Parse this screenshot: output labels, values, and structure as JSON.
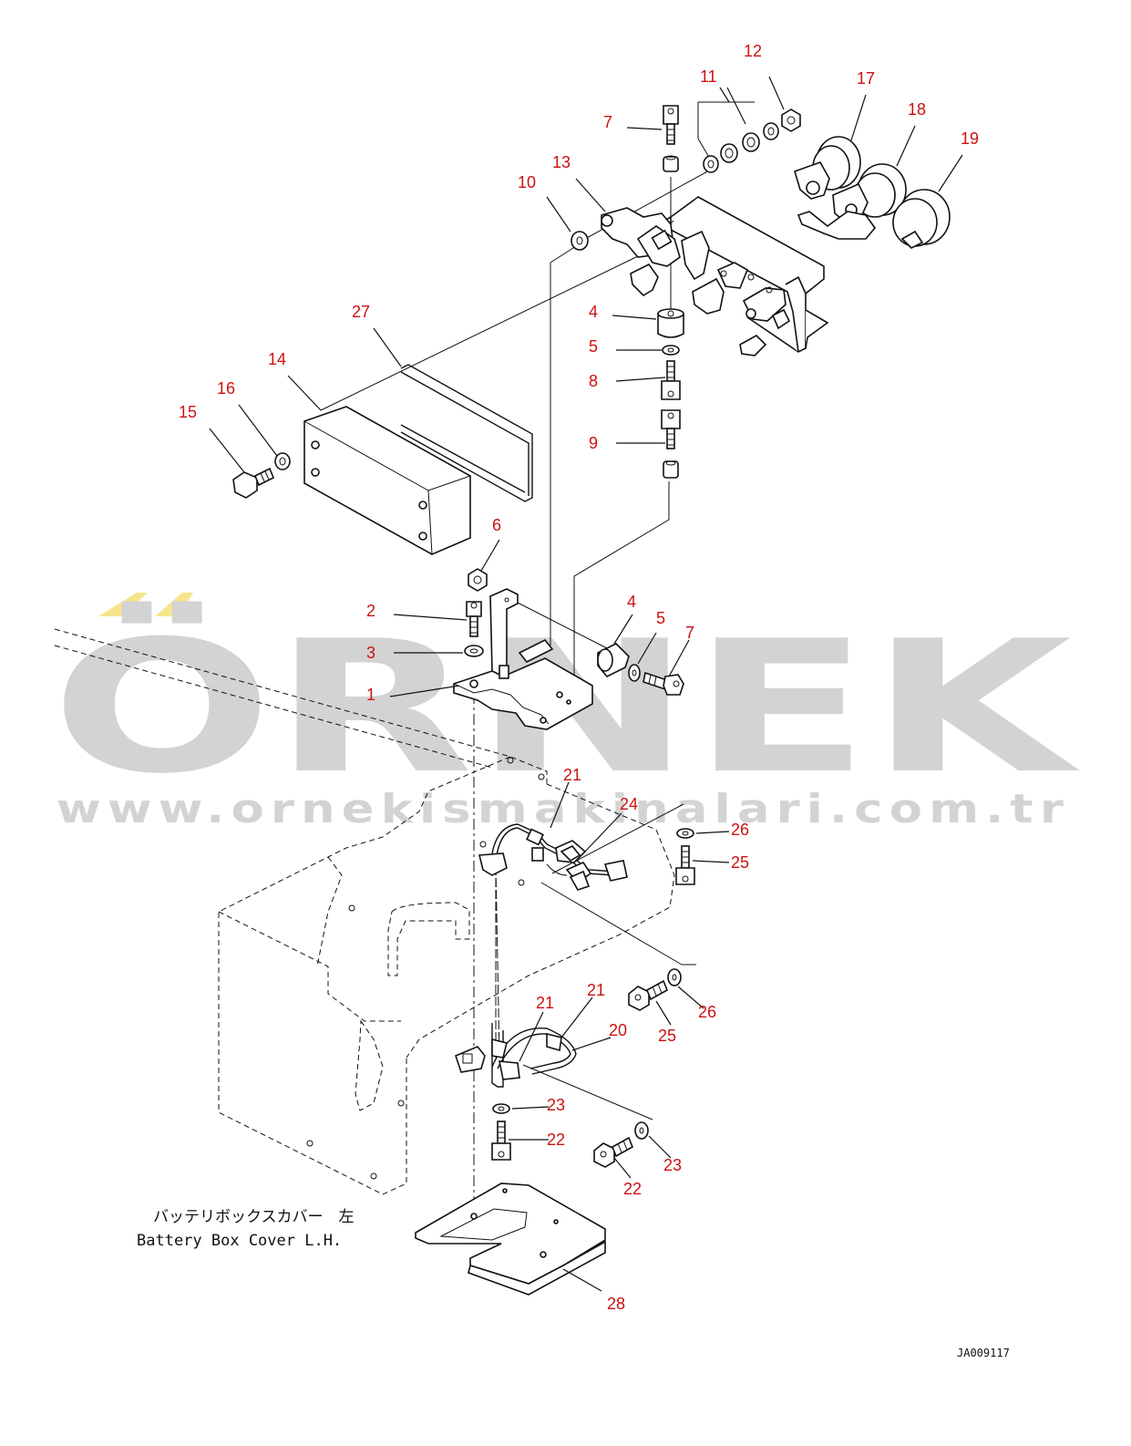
{
  "watermark": {
    "brand": "ÖRNEK",
    "url": "www.ornekismakinalari.com.tr",
    "accent_color": "#f6e58d",
    "text_color": "#d3d3d3"
  },
  "caption": {
    "japanese": "バッテリボックスカバー　左",
    "english": "Battery Box Cover L.H."
  },
  "drawing_code": "JA009117",
  "callouts": [
    {
      "id": "c12",
      "label": "12"
    },
    {
      "id": "c11",
      "label": "11"
    },
    {
      "id": "c17",
      "label": "17"
    },
    {
      "id": "c18",
      "label": "18"
    },
    {
      "id": "c19",
      "label": "19"
    },
    {
      "id": "c7a",
      "label": "7"
    },
    {
      "id": "c13",
      "label": "13"
    },
    {
      "id": "c10",
      "label": "10"
    },
    {
      "id": "c27",
      "label": "27"
    },
    {
      "id": "c4a",
      "label": "4"
    },
    {
      "id": "c5a",
      "label": "5"
    },
    {
      "id": "c8",
      "label": "8"
    },
    {
      "id": "c9",
      "label": "9"
    },
    {
      "id": "c14",
      "label": "14"
    },
    {
      "id": "c16",
      "label": "16"
    },
    {
      "id": "c15",
      "label": "15"
    },
    {
      "id": "c6",
      "label": "6"
    },
    {
      "id": "c2",
      "label": "2"
    },
    {
      "id": "c3",
      "label": "3"
    },
    {
      "id": "c1",
      "label": "1"
    },
    {
      "id": "c4b",
      "label": "4"
    },
    {
      "id": "c5b",
      "label": "5"
    },
    {
      "id": "c7b",
      "label": "7"
    },
    {
      "id": "c21a",
      "label": "21"
    },
    {
      "id": "c24",
      "label": "24"
    },
    {
      "id": "c26a",
      "label": "26"
    },
    {
      "id": "c25a",
      "label": "25"
    },
    {
      "id": "c21b",
      "label": "21"
    },
    {
      "id": "c21c",
      "label": "21"
    },
    {
      "id": "c20",
      "label": "20"
    },
    {
      "id": "c25b",
      "label": "25"
    },
    {
      "id": "c26b",
      "label": "26"
    },
    {
      "id": "c23a",
      "label": "23"
    },
    {
      "id": "c22a",
      "label": "22"
    },
    {
      "id": "c22b",
      "label": "22"
    },
    {
      "id": "c23b",
      "label": "23"
    },
    {
      "id": "c28",
      "label": "28"
    }
  ]
}
